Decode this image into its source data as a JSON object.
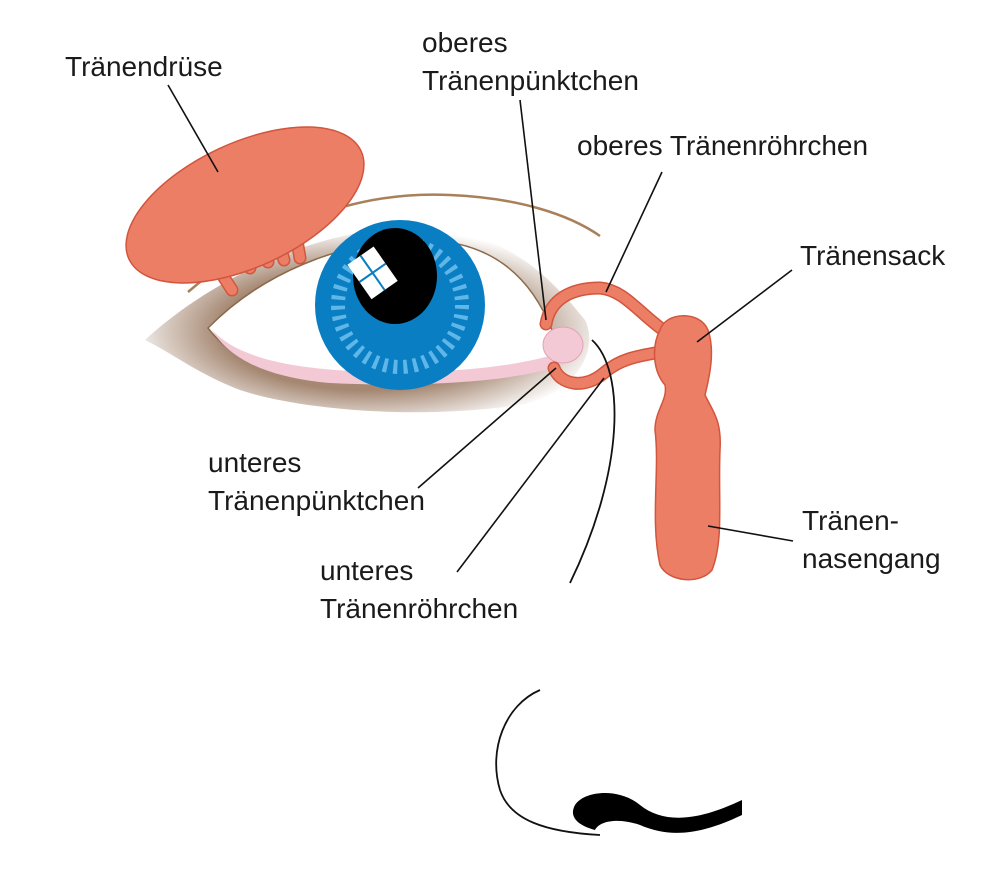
{
  "labels": {
    "lacrimal_gland": "Tränendrüse",
    "upper_punctum_1": "oberes",
    "upper_punctum_2": "Tränenpünktchen",
    "upper_canaliculus": "oberes Tränenröhrchen",
    "lacrimal_sac": "Tränensack",
    "lower_punctum_1": "unteres",
    "lower_punctum_2": "Tränenpünktchen",
    "lower_canaliculus_1": "unteres",
    "lower_canaliculus_2": "Tränenröhrchen",
    "nasolacrimal_duct_1": "Tränen-",
    "nasolacrimal_duct_2": "nasengang"
  },
  "colors": {
    "organ": "#ec7e66",
    "iris": "#0a7ec2",
    "iris_light": "#5fb6e8",
    "conjunctiva": "#f4c9d6",
    "skin_shadow": "#9b7a62"
  }
}
